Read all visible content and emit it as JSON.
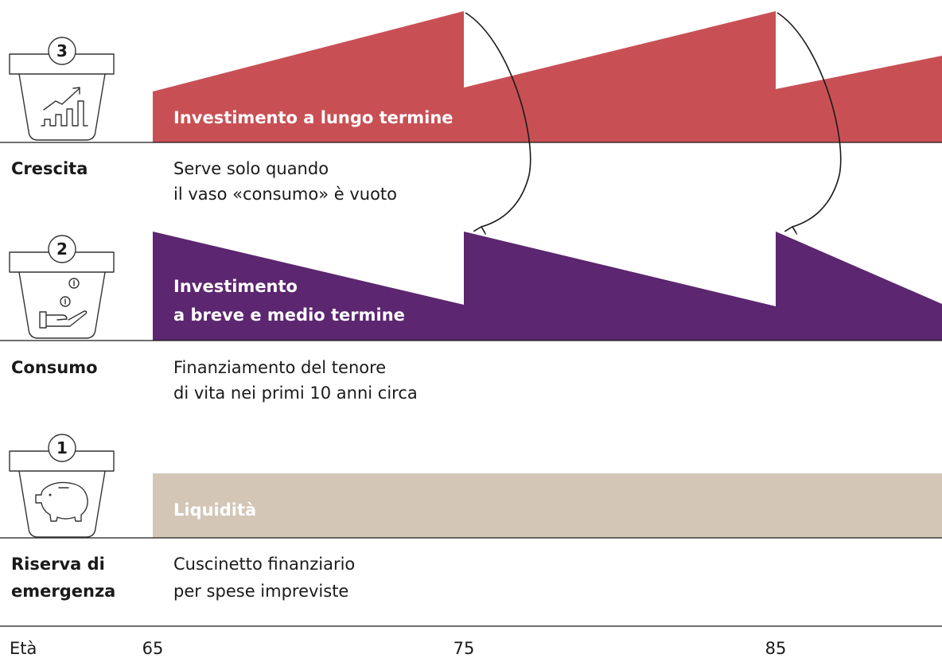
{
  "buckets": {
    "growth": {
      "number": "3",
      "name": "Crescita",
      "band_label": "Investimento a lungo termine",
      "desc_line1": "Serve solo quando",
      "desc_line2": "il vaso «consumo» è vuoto",
      "color": "#c85055",
      "icon": "growth-chart-icon"
    },
    "consumption": {
      "number": "2",
      "name": "Consumo",
      "band_line1": "Investimento",
      "band_line2": "a breve e medio termine",
      "desc_line1": "Finanziamento del tenore",
      "desc_line2": "di vita nei primi 10 anni circa",
      "color": "#5c2670",
      "icon": "coins-hand-icon"
    },
    "reserve": {
      "number": "1",
      "name_line1": "Riserva di",
      "name_line2": "emergenza",
      "band_label": "Liquidità",
      "desc_line1": "Cuscinetto finanziario",
      "desc_line2": "per spese impreviste",
      "color": "#d3c6b7",
      "icon": "piggy-bank-icon"
    }
  },
  "axis": {
    "label": "Età",
    "ticks": [
      "65",
      "75",
      "85"
    ]
  }
}
